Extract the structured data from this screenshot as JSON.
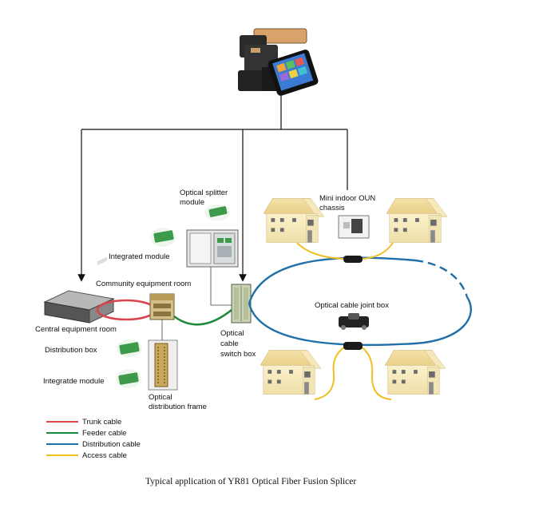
{
  "labels": {
    "optical_splitter_1": "Optical splitter",
    "optical_splitter_2": "module",
    "mini_indoor_1": "Mini indoor OUN",
    "mini_indoor_2": "chassis",
    "integrated_module": "Integrated module",
    "community_room": "Community equipment room",
    "central_room": "Central equipment room",
    "optical_cable_joint_box": "Optical cable joint box",
    "switch_box_1": "Optical",
    "switch_box_2": "cable",
    "switch_box_3": "switch box",
    "distribution_box": "Distribution box",
    "integrate_module": "Integratde module",
    "odf_1": "Optical",
    "odf_2": "distribution frame"
  },
  "legend": [
    {
      "label": "Trunk cable",
      "color": "#d9464a"
    },
    {
      "label": "Feeder cable",
      "color": "#1e8a3c"
    },
    {
      "label": "Distribution cable",
      "color": "#1f6fa8"
    },
    {
      "label": "Access cable",
      "color": "#f0c020"
    }
  ],
  "caption": "Typical application of YR81 Optical Fiber Fusion Splicer",
  "colors": {
    "trunk": "#d9464a",
    "feeder": "#1e8a3c",
    "distribution": "#1f6fa8",
    "access": "#f0c020",
    "house_wall": "#f4e7b8",
    "house_roof": "#f1dc9c"
  }
}
